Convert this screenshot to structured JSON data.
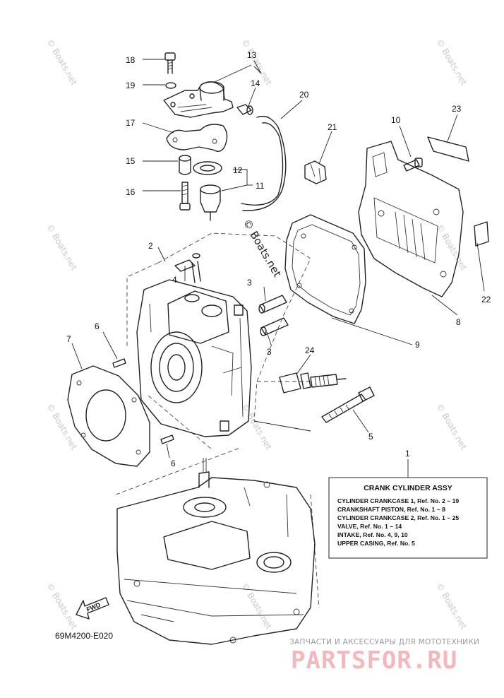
{
  "diagram": {
    "code": "69M4200-E020",
    "fwd_label": "FWD",
    "callouts": [
      "18",
      "19",
      "13",
      "14",
      "20",
      "17",
      "15",
      "12",
      "11",
      "16",
      "21",
      "10",
      "23",
      "2",
      "4",
      "3",
      "3",
      "6",
      "7",
      "24",
      "5",
      "6",
      "8",
      "9",
      "22",
      "1"
    ]
  },
  "assembly_box": {
    "title": "CRANK  CYLINDER ASSY",
    "lines": [
      "CYLINDER  CRANKCASE 1,  Ref. No. 2 ~ 19",
      "CRANKSHAFT  PISTON,  Ref. No. 1 ~ 8",
      "CYLINDER  CRANKCASE 2,  Ref. No. 1 ~ 25",
      "VALVE,  Ref. No. 1 ~ 14",
      "INTAKE,  Ref. No. 4, 9, 10",
      "UPPER CASING,  Ref. No. 5"
    ]
  },
  "watermark": {
    "small": "© Boats.net",
    "center": "© Boats.net"
  },
  "branding": {
    "tagline": "ЗАПЧАСТИ И АКСЕССУАРЫ ДЛЯ МОТОТЕХНИКИ",
    "logo": "PARTSFOR.RU"
  },
  "colors": {
    "line": "#222222",
    "logo_pink": "#f2b8bd",
    "watermark_gray": "#c9c9c9"
  }
}
